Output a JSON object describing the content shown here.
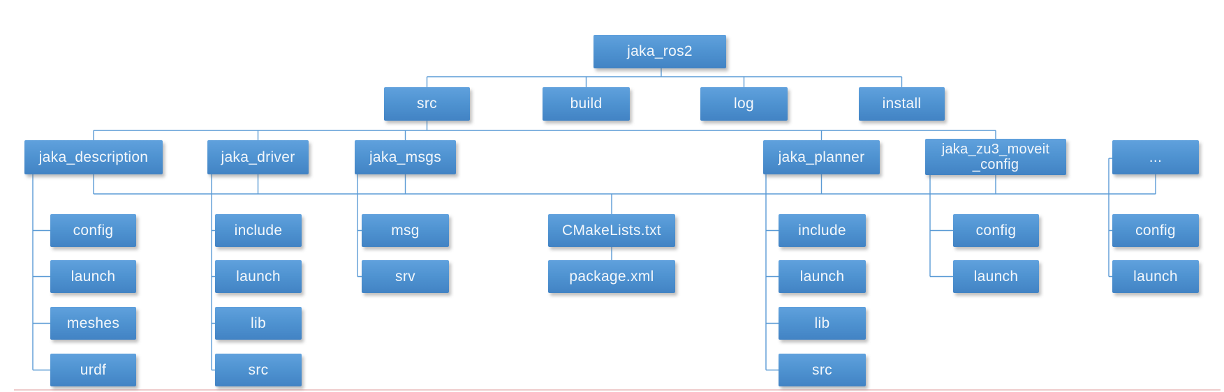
{
  "colors": {
    "box-top": "#60a1dd",
    "box-mid": "#4f93d1",
    "box-bottom": "#4283c4",
    "box-text": "#f3f7fb",
    "connector": "#5b9bd5",
    "baseline": "#dd9595"
  },
  "nodes": {
    "root": "jaka_ros2",
    "src_dir": "src",
    "build_dir": "build",
    "log_dir": "log",
    "install_dir": "install",
    "desc": "jaka_description",
    "driver": "jaka_driver",
    "msgs": "jaka_msgs",
    "planner": "jaka_planner",
    "zu3_line1": "jaka_zu3_moveit",
    "zu3_line2": "_config",
    "ellipsis": "...",
    "desc_config": "config",
    "desc_launch": "launch",
    "desc_meshes": "meshes",
    "desc_urdf": "urdf",
    "drv_include": "include",
    "drv_launch": "launch",
    "drv_lib": "lib",
    "drv_src": "src",
    "msgs_msg": "msg",
    "msgs_srv": "srv",
    "cmakelists": "CMakeLists.txt",
    "packagexml": "package.xml",
    "pl_include": "include",
    "pl_launch": "launch",
    "pl_lib": "lib",
    "pl_src": "src",
    "zu3_config": "config",
    "zu3_launch": "launch",
    "dots_config": "config",
    "dots_launch": "launch"
  },
  "hierarchy": {
    "jaka_ros2": [
      "src",
      "build",
      "log",
      "install"
    ],
    "src": [
      "jaka_description",
      "jaka_driver",
      "jaka_msgs",
      "jaka_planner",
      "jaka_zu3_moveit_config",
      "..."
    ],
    "jaka_description": [
      "config",
      "launch",
      "meshes",
      "urdf"
    ],
    "jaka_driver": [
      "include",
      "launch",
      "lib",
      "src"
    ],
    "jaka_msgs": [
      "msg",
      "srv"
    ],
    "jaka_planner": [
      "include",
      "launch",
      "lib",
      "src"
    ],
    "jaka_zu3_moveit_config": [
      "config",
      "launch"
    ],
    "...": [
      "config",
      "launch"
    ],
    "shared_package_files": [
      "CMakeLists.txt",
      "package.xml"
    ]
  }
}
